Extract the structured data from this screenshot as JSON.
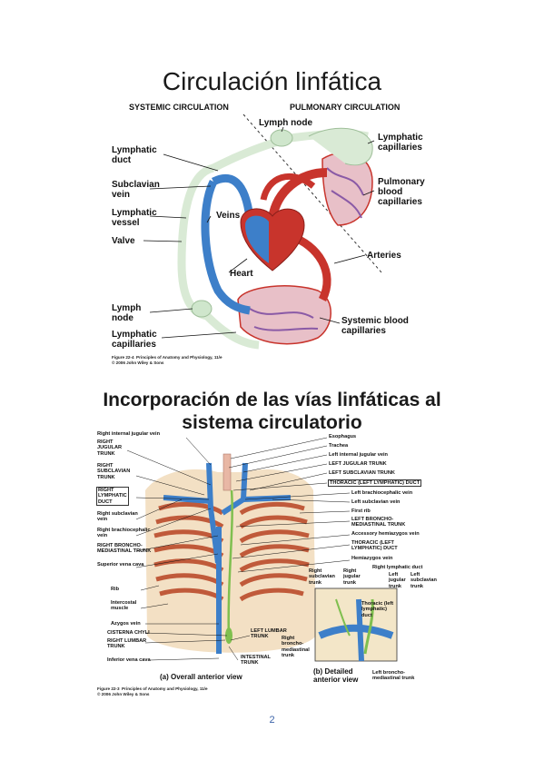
{
  "slide1": {
    "title": "Circulación linfática",
    "header_left": "SYSTEMIC CIRCULATION",
    "header_right": "PULMONARY CIRCULATION",
    "labels": {
      "lymph_node_top": "Lymph node",
      "lymphatic_duct": "Lymphatic\nduct",
      "subclavian_vein": "Subclavian\nvein",
      "lymphatic_vessel": "Lymphatic\nvessel",
      "valve": "Valve",
      "veins": "Veins",
      "heart": "Heart",
      "lymph_node_bottom": "Lymph\nnode",
      "lymphatic_capillaries_bottom": "Lymphatic\ncapillaries",
      "lymphatic_capillaries_top": "Lymphatic\ncapillaries",
      "pulmonary_blood_capillaries": "Pulmonary\nblood\ncapillaries",
      "arteries": "Arteries",
      "systemic_blood_capillaries": "Systemic blood\ncapillaries"
    },
    "caption": "Figure 22-4  Principles of Anatomy and Physiology, 11/e\n© 2006 John Wiley & Sons"
  },
  "slide2": {
    "title": "Incorporación de las vías linfáticas al\nsistema circulatorio",
    "left_labels": [
      "Right internal jugular vein",
      "RIGHT\nJUGULAR\nTRUNK",
      "RIGHT\nSUBCLAVIAN\nTRUNK",
      "RIGHT\nLYMPHATIC\nDUCT",
      "Right subclavian\nvein",
      "Right brachiocephalic\nvein",
      "RIGHT BRONCHO-\nMEDIASTINAL TRUNK",
      "Superior vena cava",
      "Rib",
      "Intercostal\nmuscle",
      "Azygos vein",
      "CISTERNA CHYLI",
      "RIGHT LUMBAR\nTRUNK",
      "Inferior vena cava"
    ],
    "right_labels": [
      "Esophagus",
      "Trachea",
      "Left internal jugular vein",
      "LEFT JUGULAR TRUNK",
      "LEFT SUBCLAVIAN TRUNK",
      "THORACIC (LEFT LYMPHATIC) DUCT",
      "Left brachiocephalic vein",
      "Left subclavian vein",
      "First rib",
      "LEFT BRONCHO-\nMEDIASTINAL TRUNK",
      "Accessory hemiazygos vein",
      "THORACIC (LEFT\nLYMPHATIC) DUCT",
      "Hemiazygos vein"
    ],
    "center_labels": {
      "left_lumbar": "LEFT LUMBAR\nTRUNK",
      "intestinal": "INTESTINAL\nTRUNK"
    },
    "detail_labels": {
      "right_lymphatic_duct": "Right lymphatic duct",
      "right_subclavian_trunk": "Right\nsubclavian\ntrunk",
      "right_jugular_trunk": "Right\njugular\ntrunk",
      "left_jugular_trunk": "Left\njugular\ntrunk",
      "left_subclavian_trunk": "Left\nsubclavian\ntrunk",
      "thoracic_duct": "Thoracic (left\nlymphatic)\nduct",
      "right_bronchomediastinal": "Right\nbroncho-\nmediastinal\ntrunk",
      "left_bronchomediastinal": "Left broncho-\nmediastinal trunk"
    },
    "subtitle_a": "(a) Overall anterior view",
    "subtitle_b": "(b) Detailed\nanterior view",
    "caption": "Figure 22-3  Principles of Anatomy and Physiology, 11/e\n© 2006 John Wiley & Sons"
  },
  "page_number": "2",
  "colors": {
    "vein_blue": "#3d7fc9",
    "artery_red": "#c8342c",
    "lymph_green": "#cfe6cc",
    "capillary_purple": "#8a5aa6",
    "page_number_blue": "#3b63a8"
  }
}
